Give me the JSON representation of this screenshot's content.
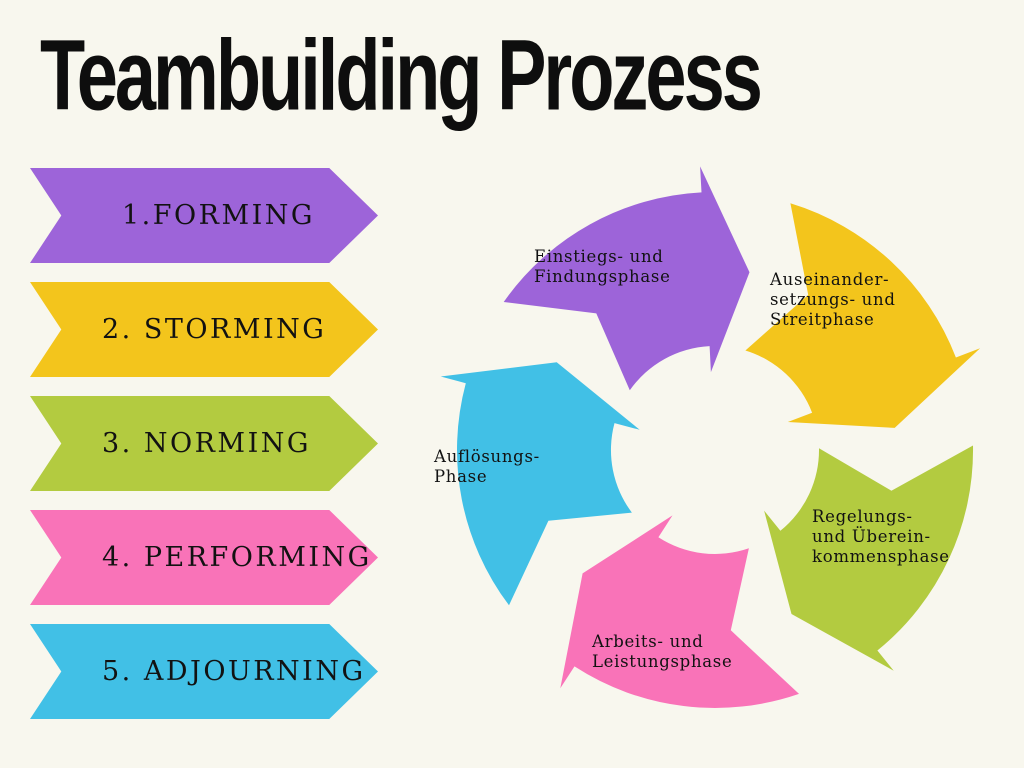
{
  "page": {
    "title": "Teambuilding Prozess",
    "background": "#f8f7ee",
    "title_color": "#0e0e0e"
  },
  "stages": [
    {
      "id": "forming",
      "label": "1.FORMING",
      "color": "#9d64d9"
    },
    {
      "id": "storming",
      "label": "2. STORMING",
      "color": "#f3c51c"
    },
    {
      "id": "norming",
      "label": "3. NORMING",
      "color": "#b3cb40"
    },
    {
      "id": "performing",
      "label": "4. PERFORMING",
      "color": "#f973b8"
    },
    {
      "id": "adjourning",
      "label": "5. ADJOURNING",
      "color": "#41c0e6"
    }
  ],
  "cycle": {
    "segments": [
      {
        "id": "einstiegs",
        "color": "#9d64d9",
        "label": "Einstiegs- und\nFindungsphase"
      },
      {
        "id": "auseinander",
        "color": "#f3c51c",
        "label": "Auseinander-\nsetzungs- und\nStreitphase"
      },
      {
        "id": "regelungs",
        "color": "#b3cb40",
        "label": "Regelungs-\nund Überein-\nkommensphase"
      },
      {
        "id": "arbeits",
        "color": "#f973b8",
        "label": "Arbeits- und\nLeistungsphase"
      },
      {
        "id": "aufloesungs",
        "color": "#41c0e6",
        "label": "Auflösungs-\nPhase"
      }
    ]
  }
}
